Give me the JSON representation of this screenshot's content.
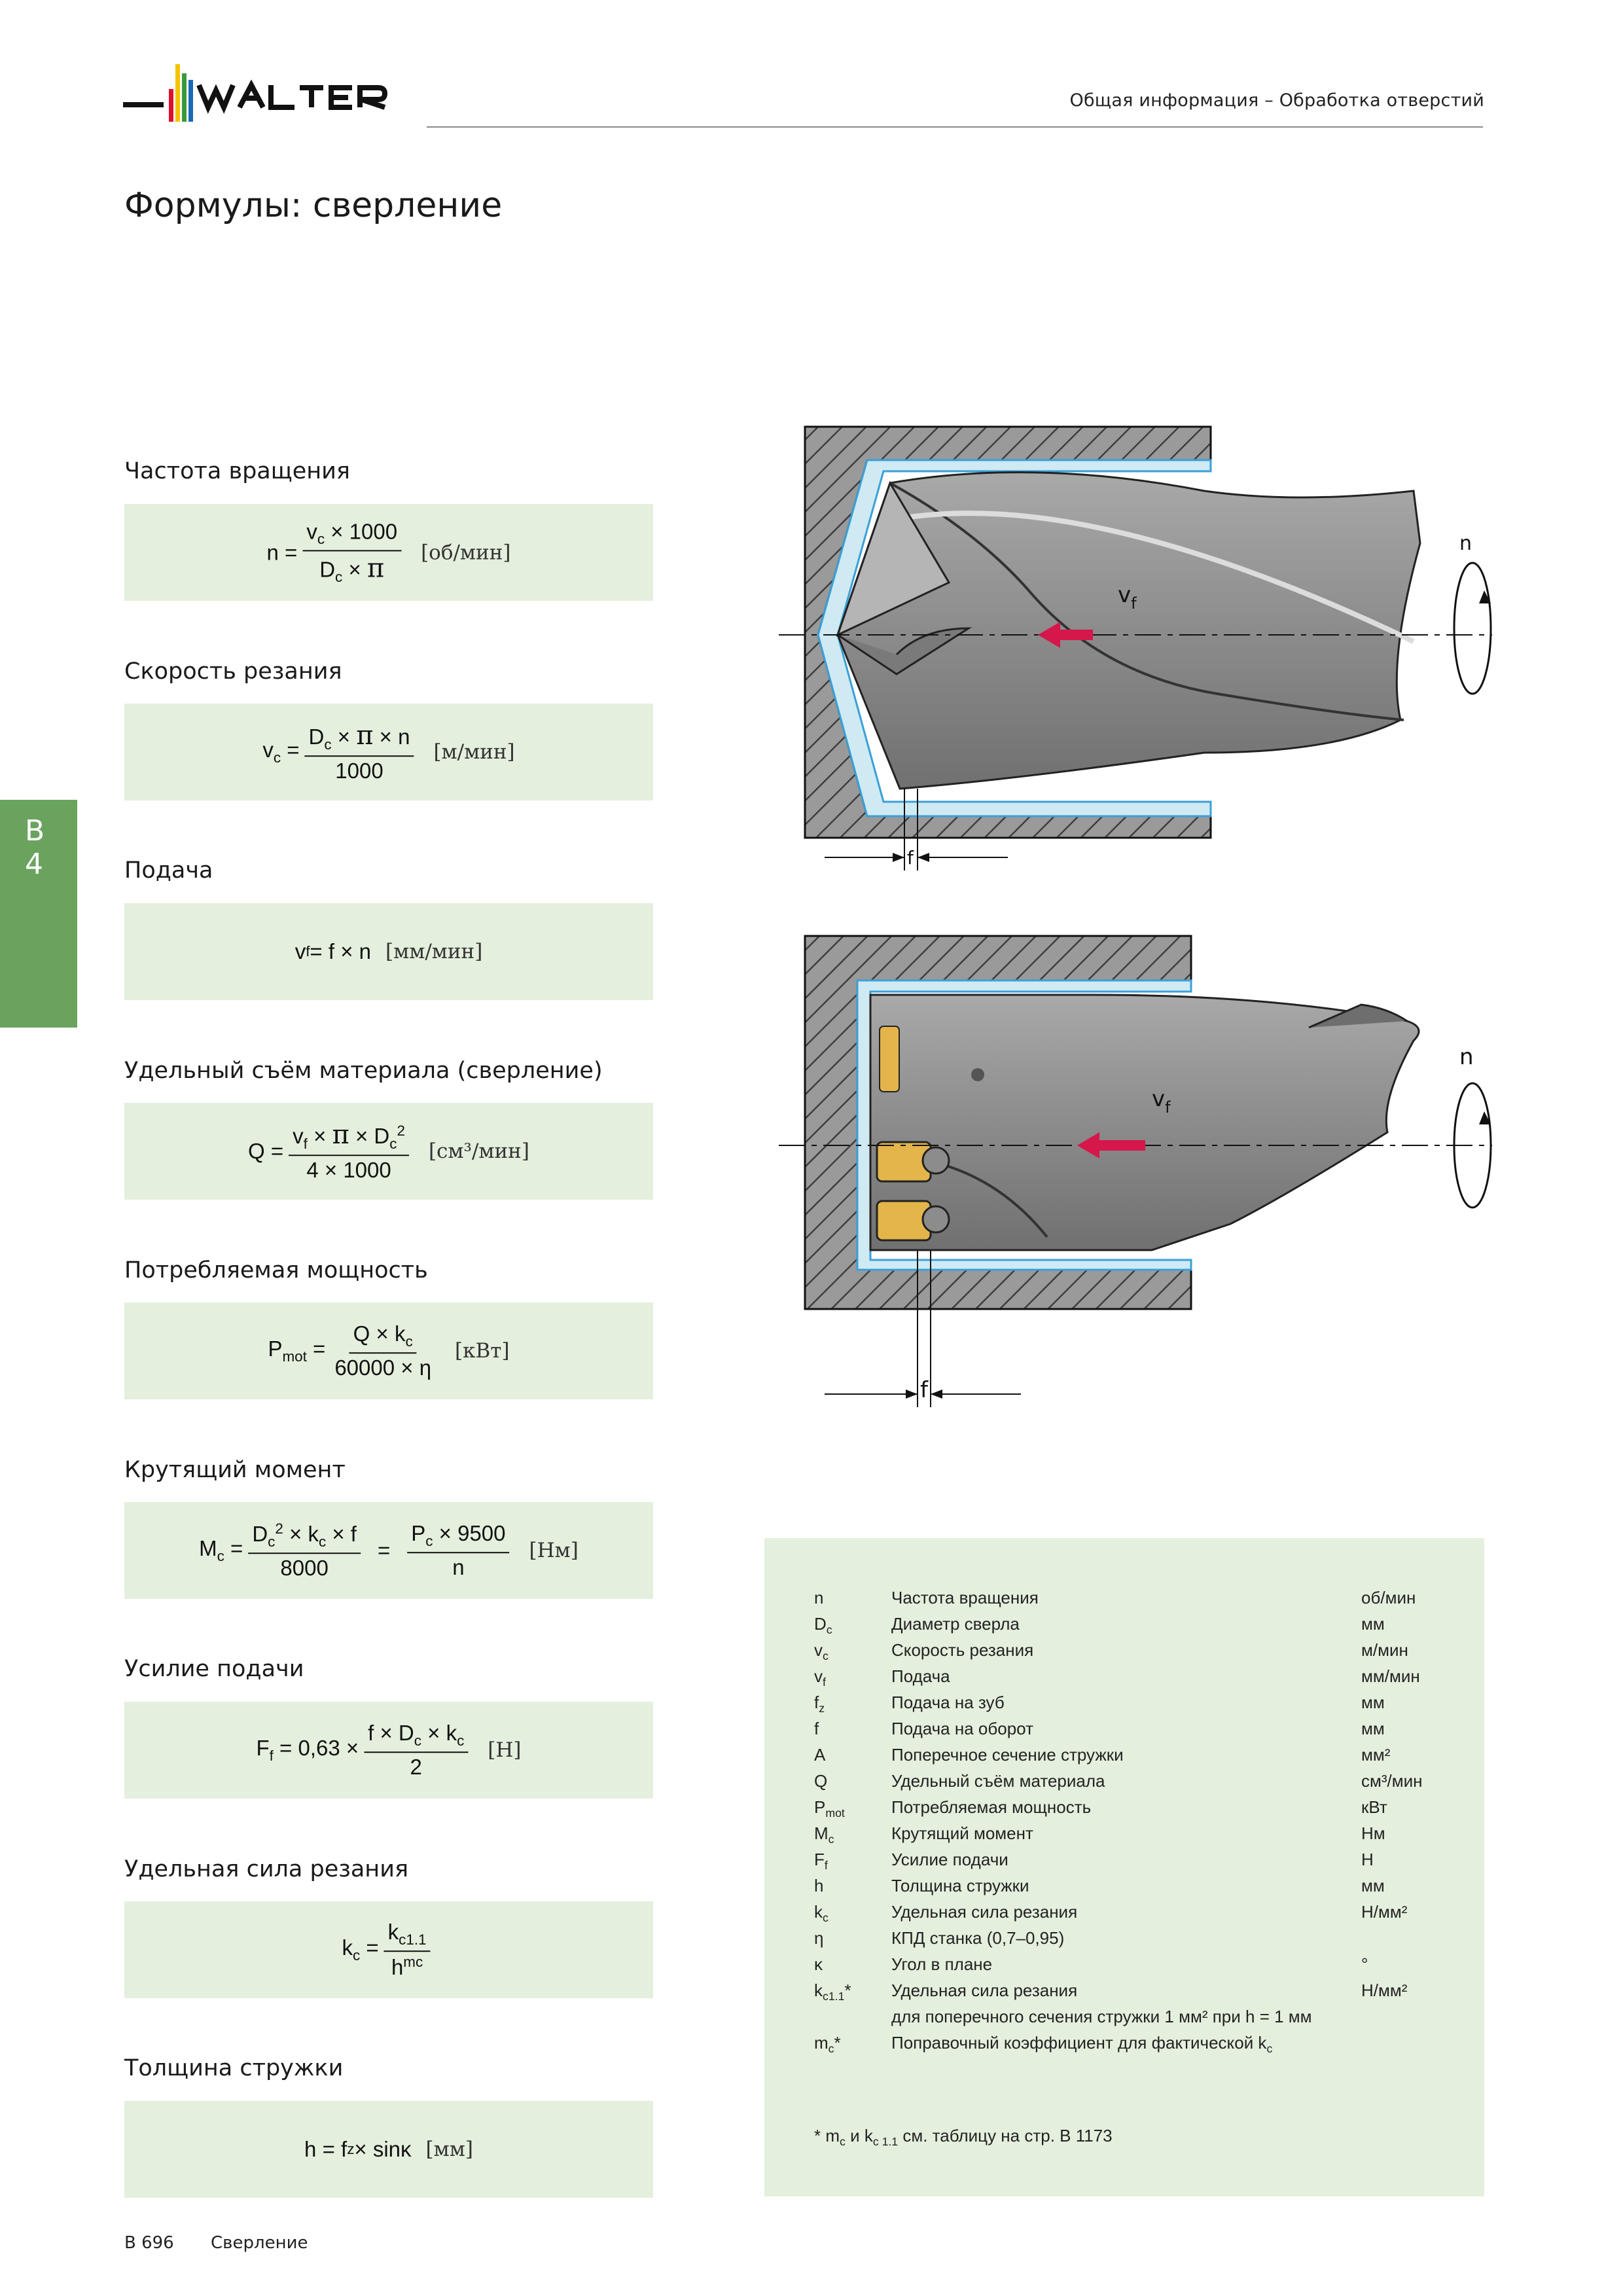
{
  "header": {
    "brand": "WALTER",
    "section": "Общая информация – Обработка отверстий"
  },
  "title": "Формулы: сверление",
  "side_tab": "B 4",
  "formulas": [
    {
      "title": "Частота вращения",
      "unit": "[об/мин]"
    },
    {
      "title": "Скорость резания",
      "unit": "[м/мин]"
    },
    {
      "title": "Подача",
      "unit": "[мм/мин]"
    },
    {
      "title": "Удельный съём материала (сверление)",
      "unit": "[см³/мин]"
    },
    {
      "title": "Потребляемая мощность",
      "unit": "[кВт]"
    },
    {
      "title": "Крутящий момент",
      "unit": "[Нм]"
    },
    {
      "title": "Усилие подачи",
      "unit": "[Н]"
    },
    {
      "title": "Удельная сила резания",
      "unit": ""
    },
    {
      "title": "Толщина стружки",
      "unit": "[мм]"
    }
  ],
  "expr": {
    "n": {
      "lhs": "n =",
      "num_a": "v",
      "num_a_sub": "c",
      "num_b": " × 1000",
      "den_a": "D",
      "den_a_sub": "c",
      "den_b": " × ",
      "pi": "π"
    },
    "vc": {
      "lhs_a": "v",
      "lhs_sub": "c",
      "lhs_b": " =",
      "num_a": "D",
      "num_a_sub": "c",
      "num_b": " × ",
      "pi": "π",
      "num_c": " × n",
      "den": "1000"
    },
    "vf": {
      "a": "v",
      "sub": "f",
      "b": " = f × n"
    },
    "q": {
      "lhs": "Q =",
      "num_a": "v",
      "num_a_sub": "f",
      "num_b": " × ",
      "pi": "π",
      "num_c": " × D",
      "num_c_sub": "c",
      "num_sup": "2",
      "den": "4 × 1000"
    },
    "p": {
      "lhs_a": "P",
      "lhs_sub": "mot",
      "lhs_b": " =",
      "num_a": "Q × k",
      "num_a_sub": "c",
      "den": "60000 × η"
    },
    "m": {
      "lhs_a": "M",
      "lhs_sub": "c",
      "lhs_b": " =",
      "num1_a": "D",
      "num1_sub": "c",
      "num1_sup": "2",
      "num1_b": " × k",
      "num1_sub2": "c",
      "num1_c": " × f",
      "den1": "8000",
      "eq": "=",
      "num2_a": "P",
      "num2_sub": "c",
      "num2_b": " × 9500",
      "den2": "n"
    },
    "ff": {
      "lhs_a": "F",
      "lhs_sub": "f",
      "lhs_b": " = 0,63 ×",
      "num_a": "f × D",
      "num_sub": "c",
      "num_b": " × k",
      "num_sub2": "c",
      "den": "2"
    },
    "kc": {
      "lhs_a": "k",
      "lhs_sub": "c",
      "lhs_b": " =",
      "num_a": "k",
      "num_sub": "c1.1",
      "den_a": "h",
      "den_sup": "mc"
    },
    "h": {
      "a": "h = f",
      "sub": "z",
      "b": " × sinκ"
    }
  },
  "diagram_labels": {
    "n": "n",
    "vf": "v",
    "vf_sub": "f",
    "f": "f"
  },
  "legend": [
    {
      "sym": "n",
      "sub": "",
      "desc": "Частота вращения",
      "unit": "об/мин"
    },
    {
      "sym": "D",
      "sub": "c",
      "desc": "Диаметр сверла",
      "unit": "мм"
    },
    {
      "sym": "v",
      "sub": "c",
      "desc": "Скорость резания",
      "unit": "м/мин"
    },
    {
      "sym": "v",
      "sub": "f",
      "desc": "Подача",
      "unit": "мм/мин"
    },
    {
      "sym": "f",
      "sub": "z",
      "desc": "Подача на зуб",
      "unit": "мм"
    },
    {
      "sym": "f",
      "sub": "",
      "desc": "Подача на оборот",
      "unit": "мм"
    },
    {
      "sym": "A",
      "sub": "",
      "desc": "Поперечное сечение стружки",
      "unit": "мм²"
    },
    {
      "sym": "Q",
      "sub": "",
      "desc": "Удельный съём материала",
      "unit": "см³/мин"
    },
    {
      "sym": "P",
      "sub": "mot",
      "desc": "Потребляемая мощность",
      "unit": "кВт"
    },
    {
      "sym": "M",
      "sub": "c",
      "desc": "Крутящий момент",
      "unit": "Нм"
    },
    {
      "sym": "F",
      "sub": "f",
      "desc": "Усилие подачи",
      "unit": "Н"
    },
    {
      "sym": "h",
      "sub": "",
      "desc": "Толщина стружки",
      "unit": "мм"
    },
    {
      "sym": "k",
      "sub": "c",
      "desc": "Удельная сила резания",
      "unit": "Н/мм²"
    },
    {
      "sym": "η",
      "sub": "",
      "desc": "КПД станка (0,7–0,95)",
      "unit": ""
    },
    {
      "sym": "κ",
      "sub": "",
      "desc": "Угол в плане",
      "unit": "°"
    },
    {
      "sym": "k",
      "sub": "c1.1",
      "star": "*",
      "desc": "Удельная сила резания",
      "unit": "Н/мм²"
    },
    {
      "sym": "",
      "sub": "",
      "desc": "для поперечного сечения стружки 1 мм² при h = 1 мм",
      "unit": ""
    },
    {
      "sym": "m",
      "sub": "c",
      "star": "*",
      "desc": "Поправочный коэффициент для фактической k",
      "desc_sub": "c",
      "unit": ""
    }
  ],
  "legend_note": {
    "a": "* m",
    "a_sub": "c",
    "b": " и k",
    "b_sub": "c 1.1",
    "c": " см. таблицу на стр. B 1173"
  },
  "footer": {
    "page": "B 696",
    "section": "Сверление"
  },
  "colors": {
    "green_box": "#e4efdd",
    "tab_green": "#6aa35e",
    "coolant": "#cfeaf2",
    "arrow": "#d5174b"
  }
}
